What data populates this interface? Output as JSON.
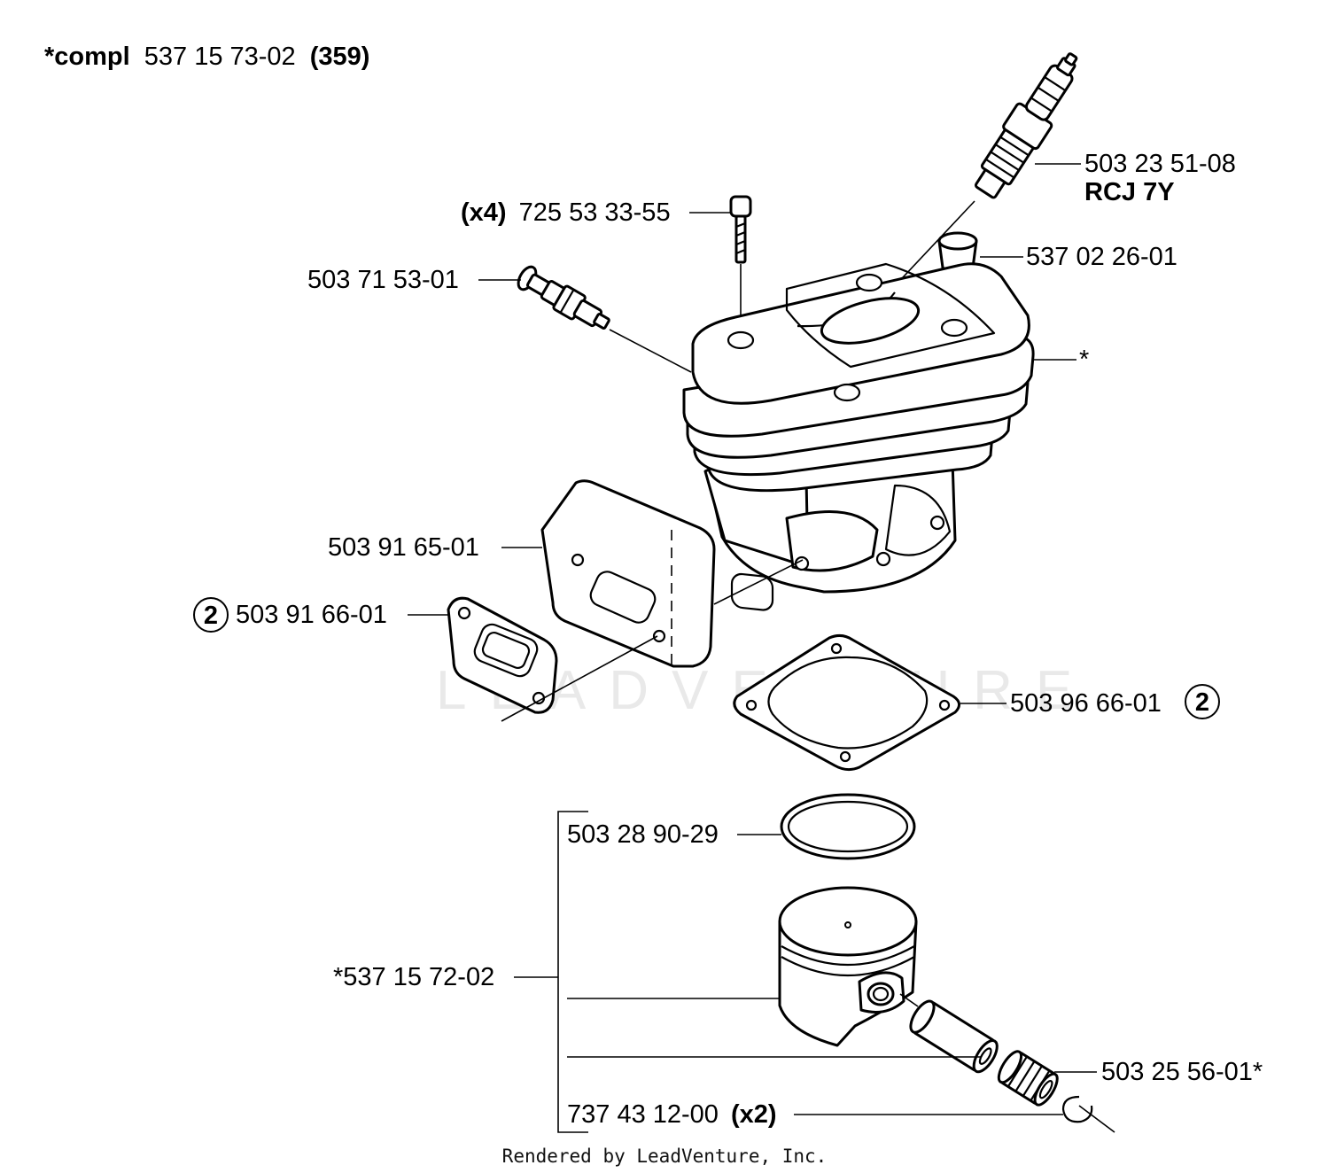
{
  "header": {
    "prefix": "*compl",
    "number": "537 15 73-02",
    "model": "(359)"
  },
  "callouts": {
    "spark_plug_number": "503 23 51-08",
    "spark_plug_type": "RCJ 7Y",
    "screws_qty": "(x4)",
    "screws_number": "725 53 33-55",
    "cap_number": "537 02 26-01",
    "valve_number": "503 71 53-01",
    "cylinder_mark": "*",
    "plate_number": "503 91 65-01",
    "gasket_exhaust_badge": "2",
    "gasket_exhaust_number": "503 91 66-01",
    "gasket_base_number": "503 96 66-01",
    "gasket_base_badge": "2",
    "ring_number": "503 28 90-29",
    "piston_kit_number": "*537 15 72-02",
    "bearing_number": "503 25 56-01*",
    "circlip_number": "737 43 12-00",
    "circlip_qty": "(x2)"
  },
  "footer": "Rendered by LeadVenture, Inc.",
  "watermark": "LEADVENTURE"
}
